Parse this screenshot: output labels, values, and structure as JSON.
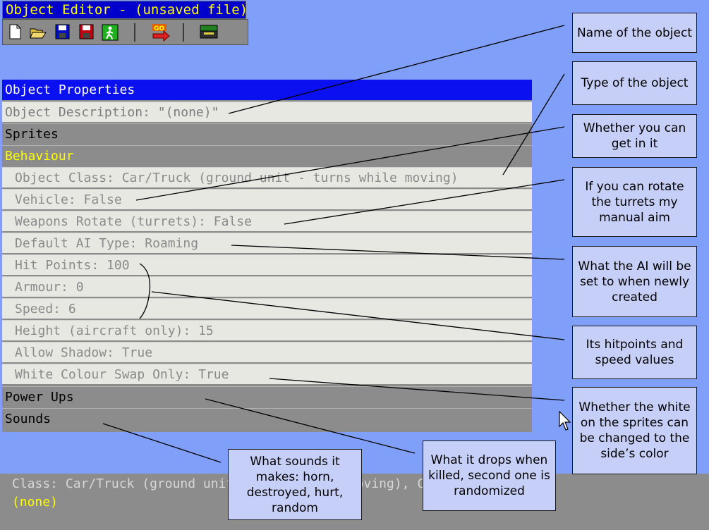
{
  "window": {
    "title": "Object Editor - (unsaved file)"
  },
  "toolbar": {
    "buttons": [
      {
        "name": "new-file-icon"
      },
      {
        "name": "open-folder-icon"
      },
      {
        "name": "save-icon"
      },
      {
        "name": "save-as-icon"
      },
      {
        "name": "exit-icon"
      },
      {
        "name": "go-test-icon"
      },
      {
        "name": "build-icon"
      }
    ],
    "go_label": "GO"
  },
  "panel": {
    "header": "Object Properties",
    "description": "Object Description: \"(none)\"",
    "sprites": "Sprites",
    "behaviour": "Behaviour",
    "items": [
      "Object Class: Car/Truck (ground unit - turns while moving)",
      "Vehicle: False",
      "Weapons Rotate (turrets): False",
      "Default AI Type: Roaming",
      "Hit Points: 100",
      "Armour: 0",
      "Speed: 6",
      "Height (aircraft only): 15",
      "Allow Shadow: True",
      "White Colour Swap Only: True"
    ],
    "power_ups": "Power Ups",
    "sounds": "Sounds"
  },
  "status": {
    "line1": "Class: Car/Truck (ground unit - turns while moving), Crate amount(s)",
    "line2": "(none)"
  },
  "callouts": [
    "Name of the object",
    "Type of the object",
    "Whether you can get in it",
    "If you can rotate the turrets my manual aim",
    "What the AI will be set to when newly created",
    "Its hitpoints and speed values",
    "Whether the white on the sprites can be changed to the side’s color",
    "What sounds it makes: horn, destroyed, hurt, random",
    "What it drops when killed, second one is randomized"
  ]
}
